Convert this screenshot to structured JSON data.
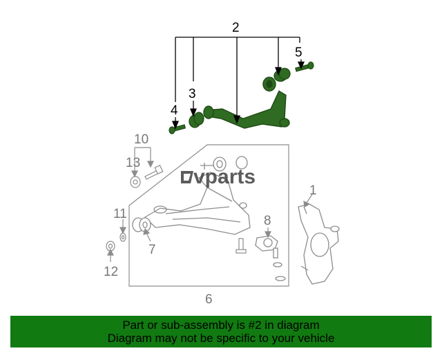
{
  "colors": {
    "highlight_part": "#2f6b22",
    "highlight_part_dark": "#1e4a15",
    "other_parts": "#8c8c8c",
    "banner_bg": "#117a11"
  },
  "callouts": {
    "c1": "1",
    "c2": "2",
    "c3": "3",
    "c4": "4",
    "c5": "5",
    "c6": "6",
    "c7": "7",
    "c8": "8",
    "c10": "10",
    "c11": "11",
    "c12": "12",
    "c13": "13"
  },
  "watermark": {
    "text": "vparts",
    "icon": "lvparts-logo-icon"
  },
  "banner": {
    "line1": "Part or sub-assembly is #2 in diagram",
    "line2": "Diagram may not be specific to your vehicle"
  }
}
